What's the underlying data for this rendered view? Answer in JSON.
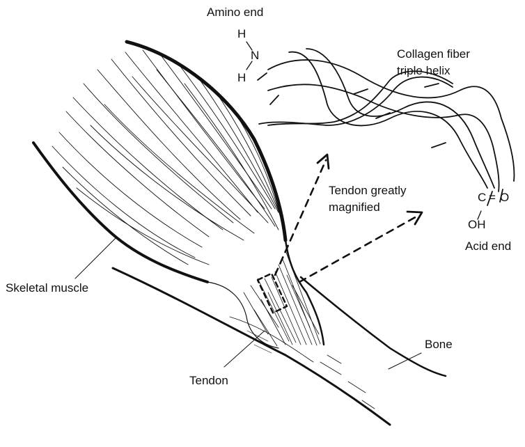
{
  "labels": {
    "amino_end": "Amino end",
    "collagen_line1": "Collagen fiber",
    "collagen_line2": "triple helix",
    "tendon_mag_line1": "Tendon greatly",
    "tendon_mag_line2": "magnified",
    "acid_end": "Acid end",
    "skeletal_muscle": "Skeletal muscle",
    "tendon": "Tendon",
    "bone": "Bone"
  },
  "chem": {
    "h_top": "H",
    "n": "N",
    "h_bottom": "H",
    "c": "C",
    "double_bond": "=",
    "o": "O",
    "oh": "OH"
  },
  "colors": {
    "ink": "#111111",
    "paper": "#ffffff"
  }
}
